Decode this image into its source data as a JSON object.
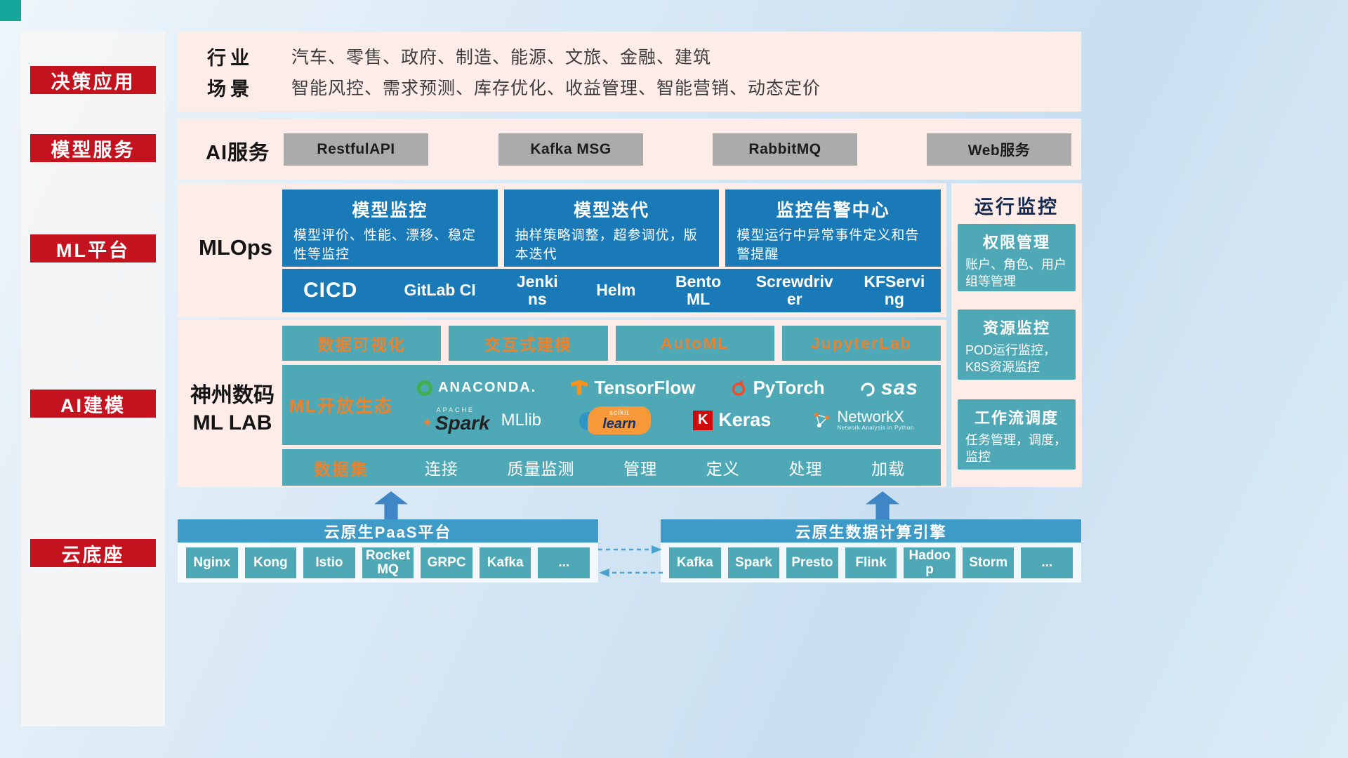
{
  "colors": {
    "accent_red": "#c5121f",
    "panel_pink": "#fdece7",
    "primary_blue": "#1a7ab8",
    "teal": "#4fa8b6",
    "orange_accent": "#e9832f",
    "header_blue": "#3e9bc8",
    "gray_button": "#ababab"
  },
  "sidebar": {
    "items": [
      {
        "label": "决策应用"
      },
      {
        "label": "模型服务"
      },
      {
        "label": "ML平台"
      },
      {
        "label": "AI建模"
      },
      {
        "label": "云底座"
      }
    ]
  },
  "industry": {
    "rows": [
      {
        "label": "行业",
        "value": "汽车、零售、政府、制造、能源、文旅、金融、建筑"
      },
      {
        "label": "场景",
        "value": "智能风控、需求预测、库存优化、收益管理、智能营销、动态定价"
      }
    ]
  },
  "ai_service": {
    "label": "AI服务",
    "buttons": [
      "RestfulAPI",
      "Kafka MSG",
      "RabbitMQ",
      "Web服务"
    ]
  },
  "mlops": {
    "label": "MLOps",
    "cards": [
      {
        "title": "模型监控",
        "desc": "模型评价、性能、漂移、稳定性等监控"
      },
      {
        "title": "模型迭代",
        "desc": "抽样策略调整，超参调优，版本迭代"
      },
      {
        "title": "监控告警中心",
        "desc": "模型运行中异常事件定义和告警提醒"
      }
    ],
    "cicd": {
      "label": "CICD",
      "items": [
        "GitLab CI",
        "Jenkins",
        "Helm",
        "BentoML",
        "Screwdriver",
        "KFServing"
      ]
    }
  },
  "mllab": {
    "label_line1": "神州数码",
    "label_line2": "ML LAB",
    "tools": [
      "数据可视化",
      "交互式建模",
      "AutoML",
      "JupyterLab"
    ],
    "ecosystem": {
      "label": "ML开放生态",
      "logos": {
        "anaconda": "ANACONDA.",
        "tensorflow": "TensorFlow",
        "pytorch": "PyTorch",
        "sas": "sas",
        "apache": "APACHE",
        "spark": "Spark",
        "mllib": "MLlib",
        "scikit": "scikit",
        "learn": "learn",
        "keras_k": "K",
        "keras": "Keras",
        "networkx": "NetworkX",
        "networkx_sub": "Network Analysis in Python"
      }
    },
    "dataset": {
      "label": "数据集",
      "items": [
        "连接",
        "质量监测",
        "管理",
        "定义",
        "处理",
        "加载"
      ]
    }
  },
  "monitor": {
    "title": "运行监控",
    "cards": [
      {
        "title": "权限管理",
        "desc": "账户、角色、用户组等管理"
      },
      {
        "title": "资源监控",
        "desc": "POD运行监控，K8S资源监控"
      },
      {
        "title": "工作流调度",
        "desc": "任务管理，调度，监控"
      }
    ]
  },
  "bottom": {
    "paas": {
      "title": "云原生PaaS平台",
      "items": [
        "Nginx",
        "Kong",
        "Istio",
        "RocketMQ",
        "GRPC",
        "Kafka",
        "..."
      ]
    },
    "compute": {
      "title": "云原生数据计算引擎",
      "items": [
        "Kafka",
        "Spark",
        "Presto",
        "Flink",
        "Hadoop",
        "Storm",
        "..."
      ]
    }
  }
}
